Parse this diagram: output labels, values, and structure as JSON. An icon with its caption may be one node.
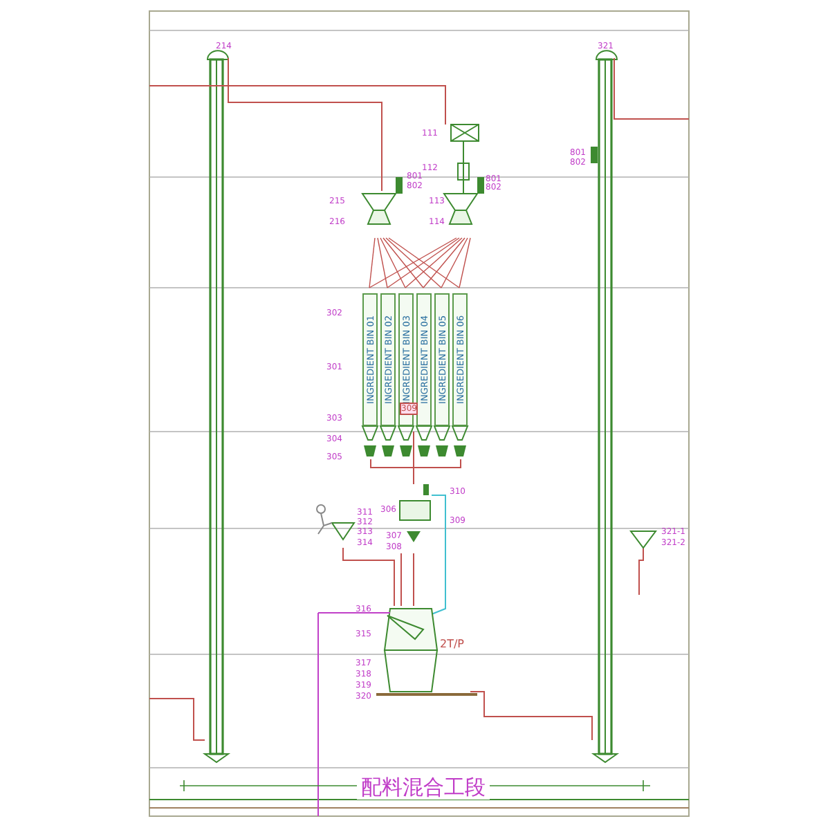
{
  "diagram": {
    "nodes": [
      {
        "text": [
          "INGREDIENT BIN 01"
        ]
      },
      {
        "text": [
          "INGREDIENT BIN 02"
        ]
      },
      {
        "text": [
          "INGREDIENT BIN 03"
        ]
      },
      {
        "text": [
          "INGREDIENT BIN 04"
        ]
      },
      {
        "text": [
          "INGREDIENT BIN 05"
        ]
      },
      {
        "text": [
          "INGREDIENT BIN 06"
        ]
      }
    ],
    "labels": [
      "214",
      "321",
      "111",
      "112",
      "801",
      "802",
      "801",
      "802",
      "801",
      "802",
      "215",
      "113",
      "216",
      "114",
      "302",
      "301",
      "309",
      "303",
      "304",
      "305",
      "310",
      "311",
      "312",
      "313",
      "306",
      "309",
      "314",
      "307",
      "308",
      "321-1",
      "321-2",
      "316",
      "315",
      "2T/P",
      "317",
      "318",
      "319",
      "320",
      "配料混合工段"
    ]
  }
}
